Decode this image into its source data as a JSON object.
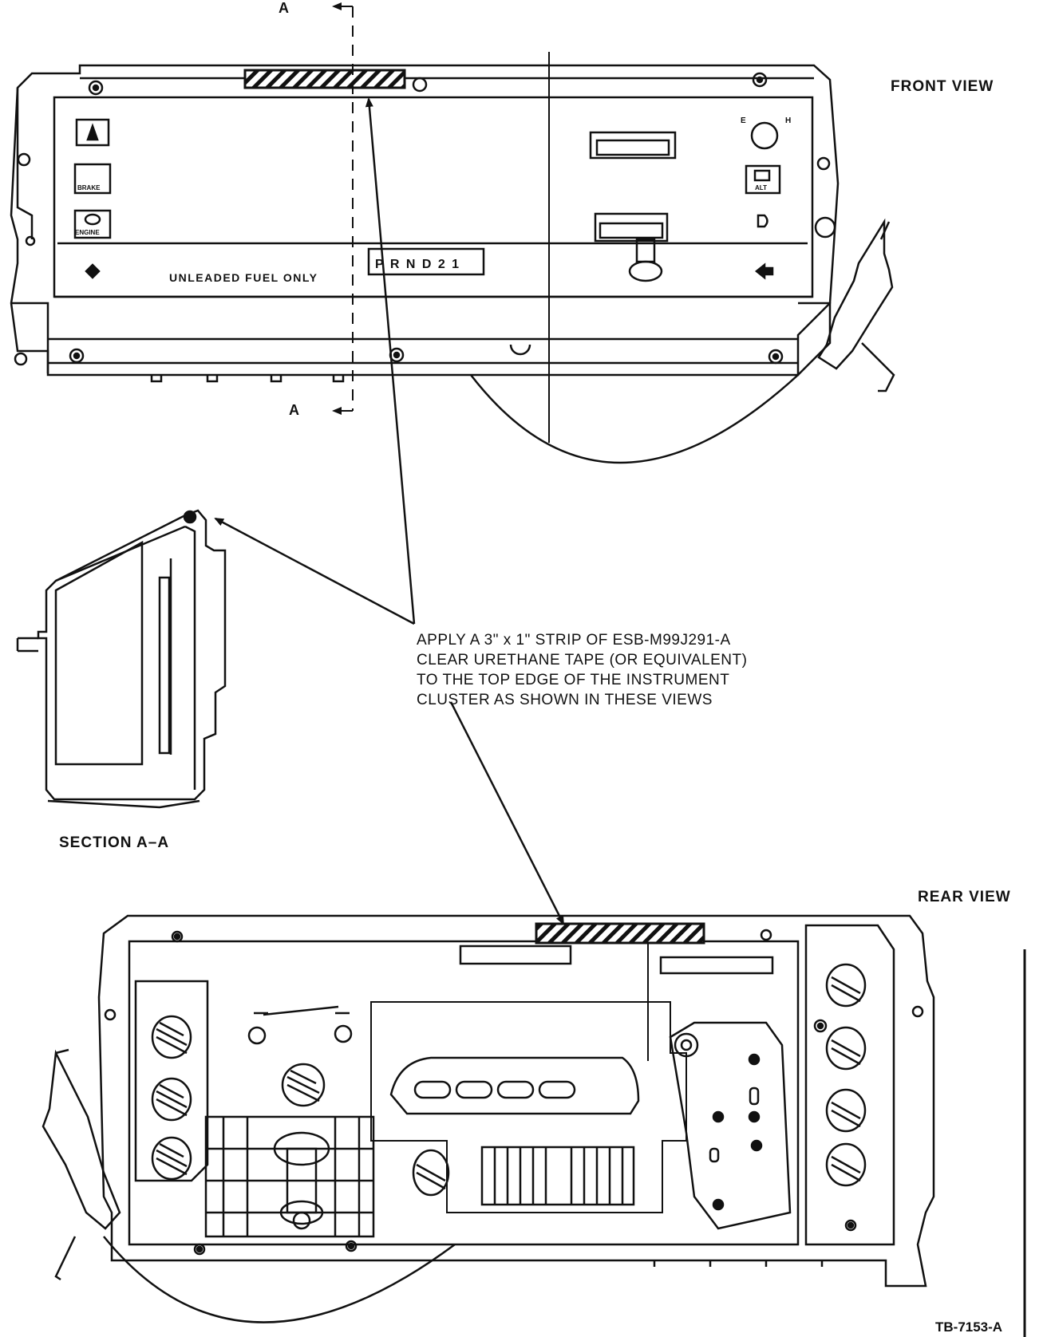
{
  "labels": {
    "front_view": "FRONT VIEW",
    "rear_view": "REAR VIEW",
    "section": "SECTION A–A",
    "section_mark_top": "A",
    "section_mark_bottom": "A",
    "figure_id": "TB-7153-A"
  },
  "panel_text": {
    "fuel": "UNLEADED FUEL ONLY",
    "gear": "P R N D 2 1",
    "brake": "BRAKE",
    "engine": "ENGINE",
    "alt": "ALT",
    "e": "E",
    "h": "H"
  },
  "note": {
    "lines": [
      "APPLY A 3\" x 1\" STRIP OF ESB-M99J291-A",
      "CLEAR URETHANE TAPE (OR EQUIVALENT)",
      "TO THE TOP EDGE OF THE INSTRUMENT",
      "CLUSTER AS SHOWN IN THESE VIEWS"
    ]
  }
}
